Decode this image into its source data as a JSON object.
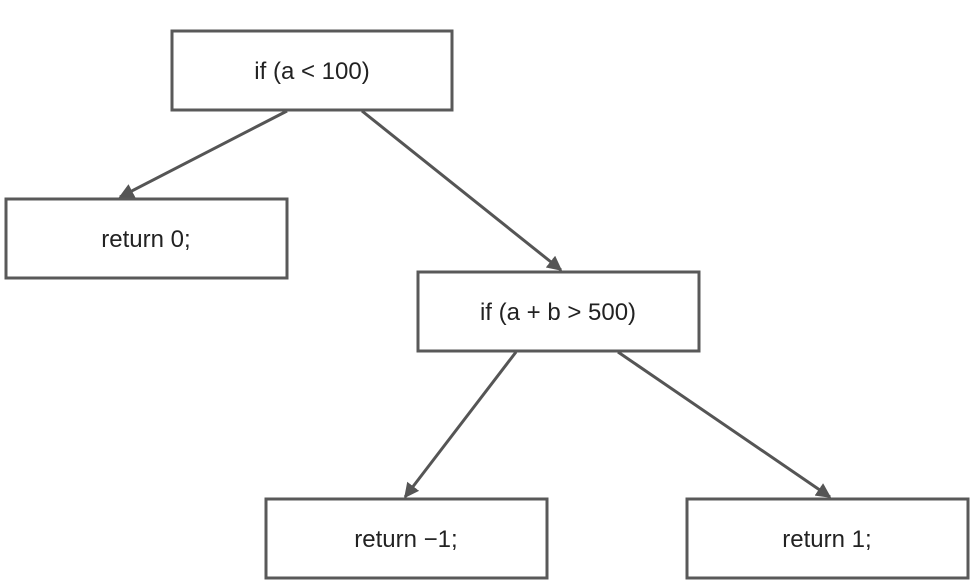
{
  "nodes": {
    "root": {
      "label": "if (a < 100)"
    },
    "left": {
      "label": "return 0;"
    },
    "mid": {
      "label": "if (a + b > 500)"
    },
    "bottomL": {
      "label": "return −1;"
    },
    "bottomR": {
      "label": "return 1;"
    }
  },
  "colors": {
    "stroke": "#595959",
    "arrow": "#555555",
    "text": "#222222",
    "background": "#ffffff"
  }
}
